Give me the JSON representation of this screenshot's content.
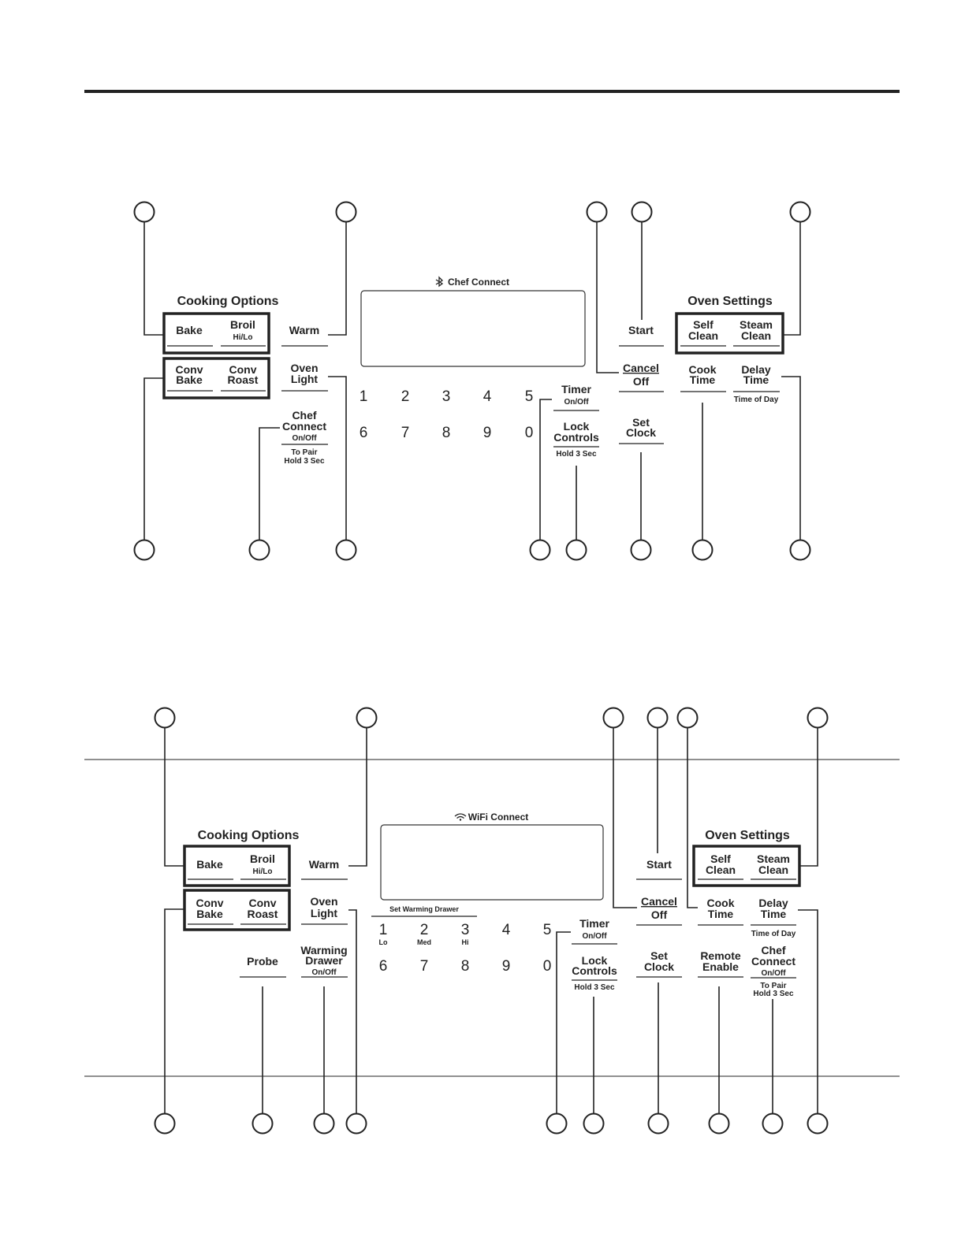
{
  "panel1": {
    "cooking_options": "Cooking Options",
    "oven_settings": "Oven Settings",
    "display_header": "Chef Connect",
    "bake": "Bake",
    "broil": "Broil",
    "broil_sub": "Hi/Lo",
    "conv": "Conv",
    "bake2": "Bake",
    "roast": "Roast",
    "warm": "Warm",
    "oven": "Oven",
    "light": "Light",
    "chef": "Chef",
    "connect": "Connect",
    "onoff": "On/Off",
    "to_pair": "To Pair",
    "hold3": "Hold 3 Sec",
    "digits": [
      "1",
      "2",
      "3",
      "4",
      "5",
      "6",
      "7",
      "8",
      "9",
      "0"
    ],
    "timer": "Timer",
    "lock": "Lock",
    "controls": "Controls",
    "start": "Start",
    "cancel": "Cancel",
    "off": "Off",
    "set": "Set",
    "clock": "Clock",
    "self": "Self",
    "steam": "Steam",
    "clean": "Clean",
    "cook": "Cook",
    "delay": "Delay",
    "time": "Time",
    "time_of_day": "Time of Day"
  },
  "panel2": {
    "cooking_options": "Cooking Options",
    "oven_settings": "Oven Settings",
    "display_header": "WiFi Connect",
    "set_warming_drawer": "Set Warming Drawer",
    "lo": "Lo",
    "med": "Med",
    "hi": "Hi",
    "probe": "Probe",
    "warming": "Warming",
    "drawer": "Drawer",
    "remote": "Remote",
    "enable": "Enable"
  },
  "icons": {
    "bluetooth": "bluetooth-icon",
    "wifi": "wifi-icon"
  }
}
